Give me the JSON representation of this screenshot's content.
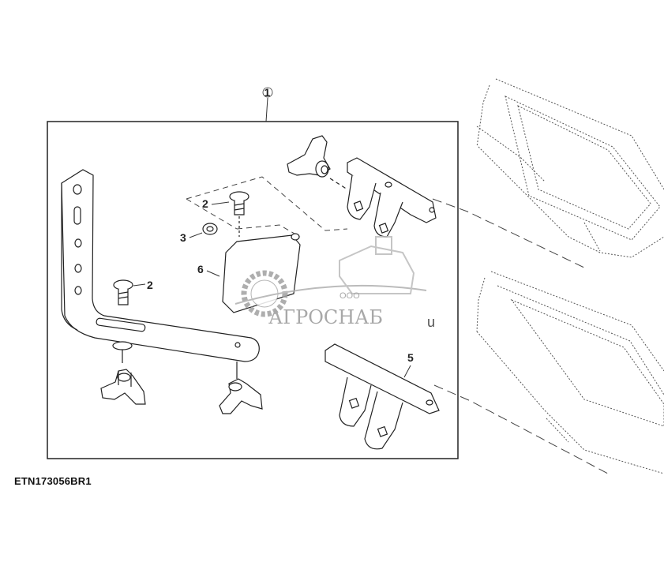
{
  "callouts": [
    {
      "id": "c1",
      "label": "1"
    },
    {
      "id": "c2a",
      "label": "2"
    },
    {
      "id": "c3",
      "label": "3"
    },
    {
      "id": "c6",
      "label": "6"
    },
    {
      "id": "c2b",
      "label": "2"
    },
    {
      "id": "c5",
      "label": "5"
    }
  ],
  "figure_id": "ETN173056BR1",
  "watermark": {
    "company_prefix": "ООО",
    "company_name": "АГРОСНАБ",
    "suffix": "u"
  },
  "colors": {
    "line": "#222222",
    "hidden_line": "#555555",
    "watermark": "#9a9a9a"
  }
}
